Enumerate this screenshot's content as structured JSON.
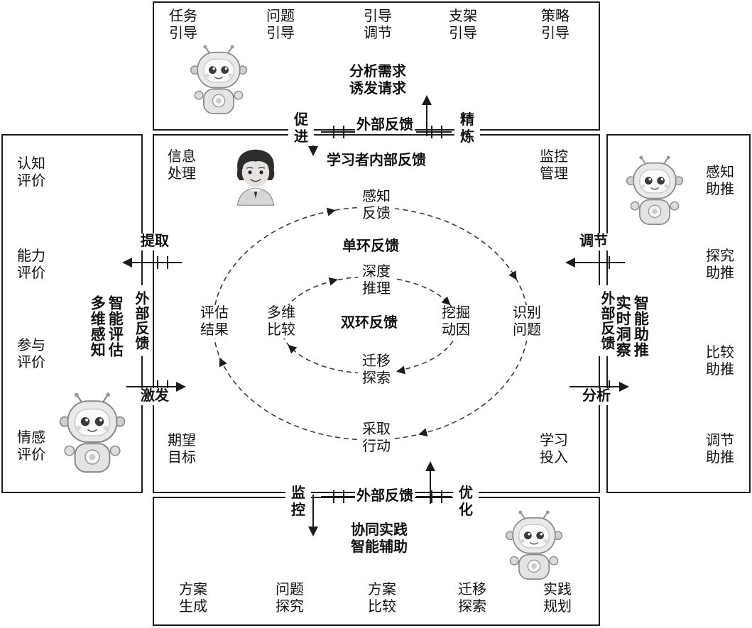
{
  "colors": {
    "line": "#1c1c1c",
    "text": "#111111",
    "background": "#ffffff"
  },
  "icons": {
    "assistant": "robot-icon",
    "learner": "learner-avatar"
  },
  "top_box": {
    "strategies": [
      {
        "label": "任务\n引导"
      },
      {
        "label": "问题\n引导"
      },
      {
        "label": "引导\n调节"
      },
      {
        "label": "支架\n引导"
      },
      {
        "label": "策略\n引导"
      }
    ],
    "title": "分析需求\n诱发请求"
  },
  "top_connector": {
    "promote": "促\n进",
    "external_feedback": "外部反馈",
    "refine": "精\n炼"
  },
  "center": {
    "internal_feedback": "学习者内部反馈",
    "corner_tl": "信息\n处理",
    "corner_tr": "监控\n管理",
    "corner_bl": "期望\n目标",
    "corner_br": "学习\n投入",
    "outer_loop": {
      "title": "单环反馈",
      "top": "感知\n反馈",
      "right": "识别\n问题",
      "bottom": "采取\n行动",
      "left": "评估\n结果"
    },
    "inner_loop": {
      "title": "双环反馈",
      "top": "深度\n推理",
      "right": "挖掘\n动因",
      "bottom": "迁移\n探索",
      "left": "多维\n比较"
    }
  },
  "left_box": {
    "items": [
      {
        "label": "认知\n评价"
      },
      {
        "label": "能力\n评价"
      },
      {
        "label": "参与\n评价"
      },
      {
        "label": "情感\n评价"
      }
    ],
    "title": "多维感知\n智能评估"
  },
  "left_connector": {
    "extract": "提取",
    "external_feedback": "外部反馈",
    "stimulate": "激发"
  },
  "right_box": {
    "items": [
      {
        "label": "感知\n助推"
      },
      {
        "label": "探究\n助推"
      },
      {
        "label": "比较\n助推"
      },
      {
        "label": "调节\n助推"
      }
    ],
    "title": "实时洞察\n智能助推"
  },
  "right_connector": {
    "regulate": "调节",
    "external_feedback": "外部反馈",
    "analyze": "分析"
  },
  "bottom_connector": {
    "monitor": "监\n控",
    "external_feedback": "外部反馈",
    "optimize": "优\n化"
  },
  "bottom_box": {
    "title": "协同实践\n智能辅助",
    "activities": [
      {
        "label": "方案\n生成"
      },
      {
        "label": "问题\n探究"
      },
      {
        "label": "方案\n比较"
      },
      {
        "label": "迁移\n探索"
      },
      {
        "label": "实践\n规划"
      }
    ]
  }
}
